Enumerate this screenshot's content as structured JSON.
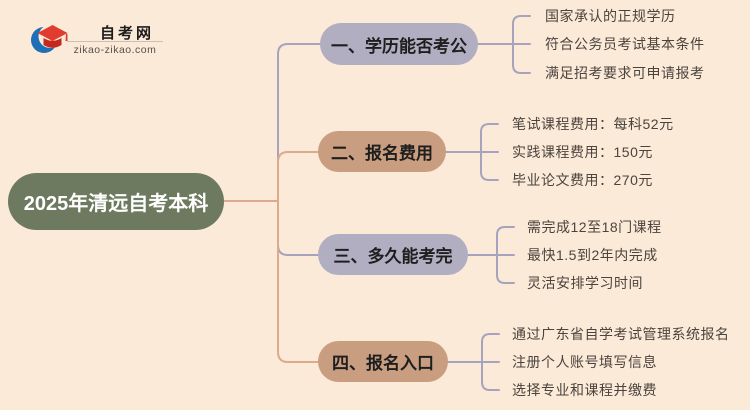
{
  "logo": {
    "icon": "graduation-cap-icon",
    "site_name": "自考网",
    "site_domain": "zikao-zikao.com"
  },
  "root": {
    "label": "2025年清远自考本科"
  },
  "branches": [
    {
      "label": "一、学历能否考公",
      "color": "#b1aec2",
      "items": [
        "国家承认的正规学历",
        "符合公务员考试基本条件",
        "满足招考要求可申请报考"
      ]
    },
    {
      "label": "二、报名费用",
      "color": "#c99e80",
      "items": [
        "笔试课程费用：每科52元",
        "实践课程费用：150元",
        "毕业论文费用：270元"
      ]
    },
    {
      "label": "三、多久能考完",
      "color": "#b1aec2",
      "items": [
        "需完成12至18门课程",
        "最快1.5到2年内完成",
        "灵活安排学习时间"
      ]
    },
    {
      "label": "四、报名入口",
      "color": "#c99e80",
      "items": [
        "通过广东省自学考试管理系统报名",
        "注册个人账号填写信息",
        "选择专业和课程并缴费"
      ]
    }
  ],
  "colors": {
    "background": "#fcead9",
    "root_node": "#6d7a60",
    "root_text": "#ffffff",
    "branch_lavender": "#b1aec2",
    "branch_tan": "#c99e80",
    "connector_lavender": "#a7a3bd",
    "connector_tan": "#dcab8d",
    "leaf_text": "#4a443d",
    "logo_blue": "#1e6fb5",
    "logo_red": "#e23c30"
  }
}
